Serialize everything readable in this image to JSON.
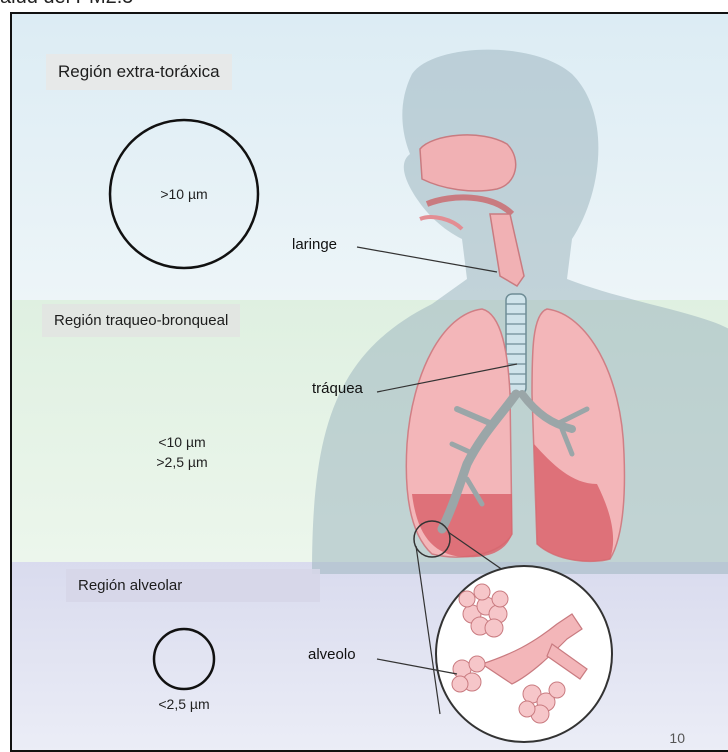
{
  "caption": "alud del PM2.5",
  "regions": {
    "extra": {
      "title": "Región extra-toráxica",
      "size": ">10 µm"
    },
    "traqueo": {
      "title": "Región traqueo-bronqueal",
      "size_line1": "<10 µm",
      "size_line2": ">2,5 µm"
    },
    "alveolar": {
      "title": "Región alveolar",
      "size": "<2,5 µm"
    }
  },
  "labels": {
    "laringe": "laringe",
    "traquea": "tráquea",
    "alveolo": "alveolo"
  },
  "page_number": "10",
  "colors": {
    "band_top": "#dcecf4",
    "band_mid": "#dff0e1",
    "band_bottom": "#d9dbee",
    "body_silhouette": "#a9bcc4",
    "airway_pink": "#f1b1b4",
    "lung_dark": "#d9656d"
  }
}
